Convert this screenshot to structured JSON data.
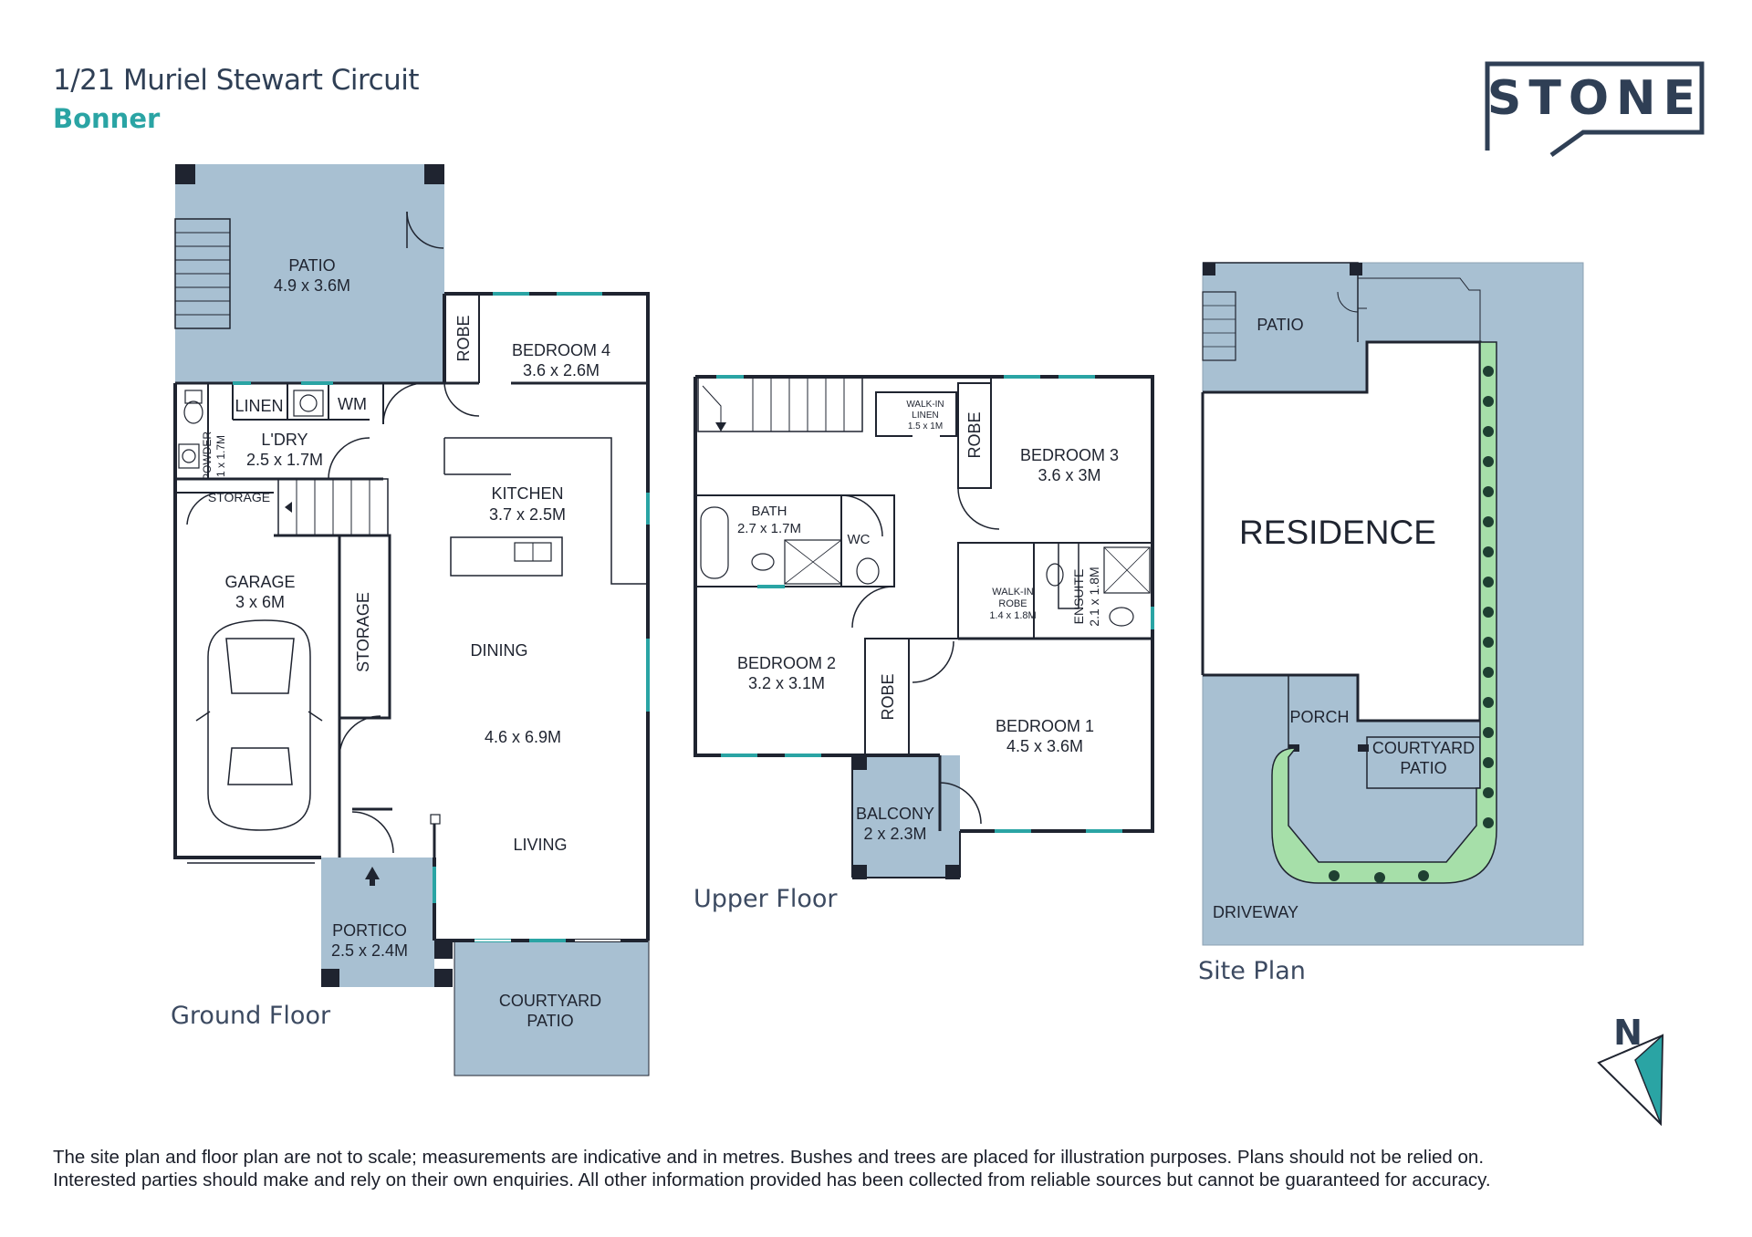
{
  "header": {
    "address": "1/21 Muriel Stewart Circuit",
    "suburb": "Bonner",
    "logo_text": "STONE"
  },
  "colors": {
    "outdoor": "#a8c0d2",
    "wall": "#1f2430",
    "window": "#2aa4a4",
    "hedge": "#a6dfa9",
    "title": "#2f3f55",
    "accent": "#2aa4a4"
  },
  "ground_floor": {
    "title": "Ground Floor",
    "rooms": {
      "patio": {
        "name": "PATIO",
        "size": "4.9 x 3.6M"
      },
      "bedroom4": {
        "name": "BEDROOM 4",
        "size": "3.6 x 2.6M"
      },
      "robe": {
        "name": "ROBE"
      },
      "linen": {
        "name": "LINEN"
      },
      "wm": {
        "name": "WM"
      },
      "laundry": {
        "name": "L'DRY",
        "size": "2.5 x 1.7M"
      },
      "powder": {
        "name": "POWDER",
        "size": "1 x 1.7M"
      },
      "storage_small": {
        "name": "STORAGE"
      },
      "kitchen": {
        "name": "KITCHEN",
        "size": "3.7 x 2.5M"
      },
      "garage": {
        "name": "GARAGE",
        "size": "3 x 6M"
      },
      "storage": {
        "name": "STORAGE"
      },
      "dining": {
        "name": "DINING"
      },
      "dining_living_size": "4.6 x 6.9M",
      "living": {
        "name": "LIVING"
      },
      "portico": {
        "name": "PORTICO",
        "size": "2.5 x 2.4M"
      },
      "courtyard": {
        "name": "COURTYARD",
        "name2": "PATIO"
      }
    }
  },
  "upper_floor": {
    "title": "Upper Floor",
    "rooms": {
      "walkin_linen": {
        "name": "WALK-IN",
        "name2": "LINEN",
        "size": "1.5 x 1M"
      },
      "robe3": {
        "name": "ROBE"
      },
      "bedroom3": {
        "name": "BEDROOM 3",
        "size": "3.6 x 3M"
      },
      "bath": {
        "name": "BATH",
        "size": "2.7 x 1.7M"
      },
      "wc": {
        "name": "WC"
      },
      "walkin_robe": {
        "name": "WALK-IN",
        "name2": "ROBE",
        "size": "1.4 x 1.8M"
      },
      "ensuite": {
        "name": "ENSUITE",
        "size": "2.1 x 1.8M"
      },
      "bedroom2": {
        "name": "BEDROOM 2",
        "size": "3.2 x 3.1M"
      },
      "robe2": {
        "name": "ROBE"
      },
      "bedroom1": {
        "name": "BEDROOM 1",
        "size": "4.5 x 3.6M"
      },
      "balcony": {
        "name": "BALCONY",
        "size": "2 x 2.3M"
      }
    }
  },
  "site_plan": {
    "title": "Site Plan",
    "labels": {
      "patio": "PATIO",
      "residence": "RESIDENCE",
      "porch": "PORCH",
      "courtyard": "COURTYARD",
      "courtyard2": "PATIO",
      "driveway": "DRIVEWAY"
    }
  },
  "compass": {
    "label": "N"
  },
  "disclaimer": {
    "line1": "The site plan and floor plan are not to scale; measurements are indicative and in metres. Bushes and trees are placed for illustration purposes. Plans should not be relied on.",
    "line2": "Interested parties should make and rely on their own enquiries. All other information provided has been collected from reliable sources but cannot be guaranteed for accuracy."
  }
}
